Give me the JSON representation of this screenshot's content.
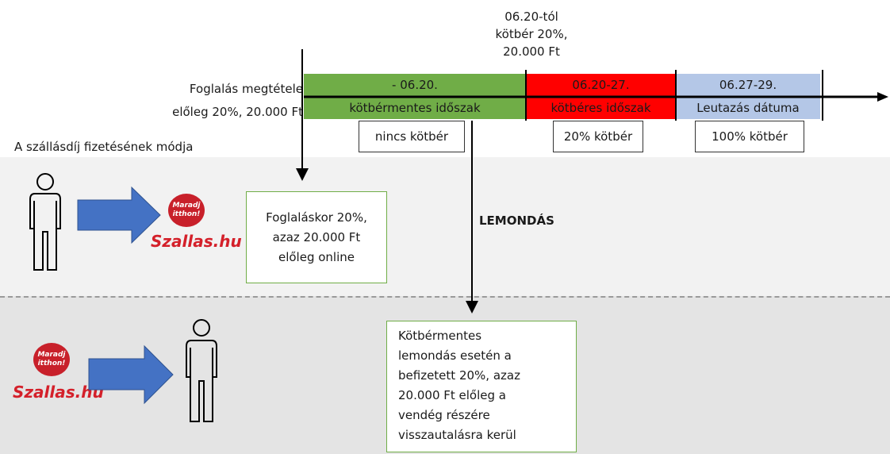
{
  "top_note": [
    "06.20-tól",
    "kötbér 20%,",
    "20.000 Ft"
  ],
  "booking_label": [
    "Foglalás megtétele",
    "előleg 20%, 20.000 Ft"
  ],
  "timeline": {
    "segments": [
      {
        "dates": "- 06.20.",
        "name": "kötbérmentes időszak",
        "color": "#70ad47"
      },
      {
        "dates": "06.20-27.",
        "name": "kötbéres időszak",
        "color": "#ff0000"
      },
      {
        "dates": "06.27-29.",
        "name": "Leutazás dátuma",
        "color": "#b4c7e7"
      }
    ],
    "penalties": [
      "nincs kötbér",
      "20% kötbér",
      "100% kötbér"
    ]
  },
  "payment_method_title": "A szállásdíj fizetésének módja",
  "deposit_box": [
    "Foglaláskor 20%,",
    "azaz 20.000 Ft",
    "előleg online"
  ],
  "cancel_label": "LEMONDÁS",
  "refund_box": [
    "Kötbérmentes",
    "lemondás esetén a",
    "befizetett 20%, azaz",
    "20.000 Ft előleg a",
    "vendég részére",
    "visszautalásra kerül"
  ],
  "logo": {
    "bubble_line1": "Maradj",
    "bubble_line2": "itthon!",
    "wordmark": "Szallas.hu",
    "color": "#d4202a"
  }
}
